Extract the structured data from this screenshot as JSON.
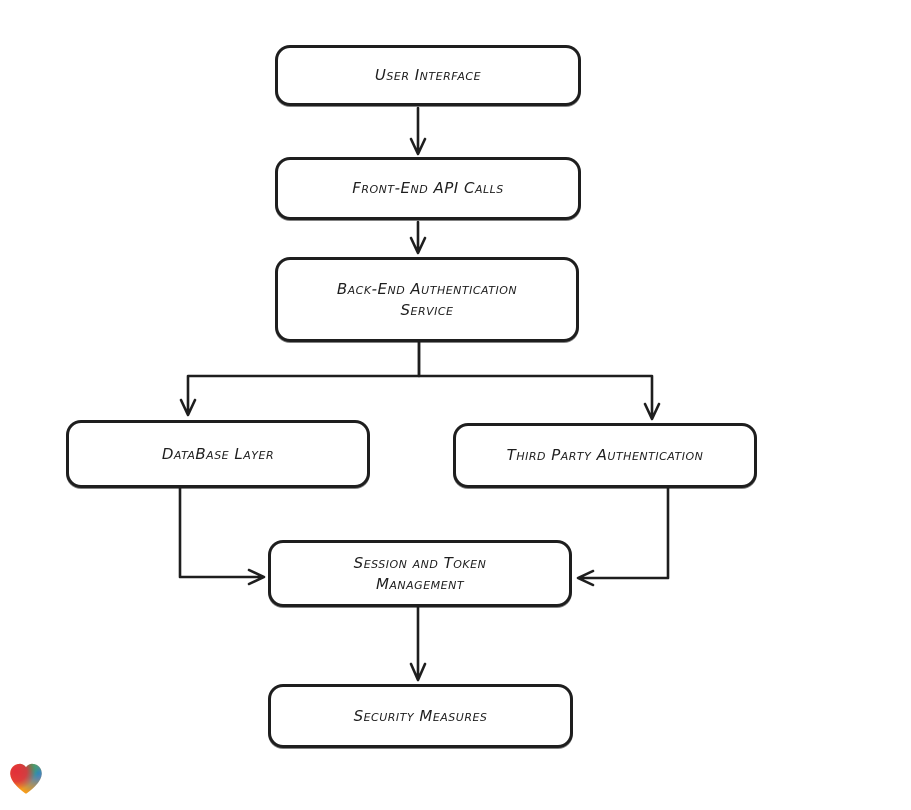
{
  "page": {
    "background": "#ffffff"
  },
  "diagram": {
    "type": "flowchart",
    "style": {
      "stroke": "#1e1e1e",
      "node_fill": "#ffffff"
    },
    "nodes": [
      {
        "id": "user-interface",
        "label": "User Interface"
      },
      {
        "id": "front-end-api-calls",
        "label": "Front-End API Calls"
      },
      {
        "id": "back-end-authentication-service",
        "label": "Back-End Authentication Service"
      },
      {
        "id": "database-layer",
        "label": "DataBase Layer"
      },
      {
        "id": "third-party-authentication",
        "label": "Third Party Authentication"
      },
      {
        "id": "session-and-token-management",
        "label": "Session and Token Management"
      },
      {
        "id": "security-measures",
        "label": "Security Measures"
      }
    ],
    "edges": [
      {
        "from": "user-interface",
        "to": "front-end-api-calls"
      },
      {
        "from": "front-end-api-calls",
        "to": "back-end-authentication-service"
      },
      {
        "from": "back-end-authentication-service",
        "to": "database-layer"
      },
      {
        "from": "back-end-authentication-service",
        "to": "third-party-authentication"
      },
      {
        "from": "database-layer",
        "to": "session-and-token-management"
      },
      {
        "from": "third-party-authentication",
        "to": "session-and-token-management"
      },
      {
        "from": "session-and-token-management",
        "to": "security-measures"
      }
    ]
  },
  "watermark": {
    "icon": "heart-gradient-icon",
    "colors": {
      "red": "#e12f3a",
      "orange": "#f59c1b",
      "green": "#2fa860",
      "blue": "#2e7fd4"
    }
  }
}
